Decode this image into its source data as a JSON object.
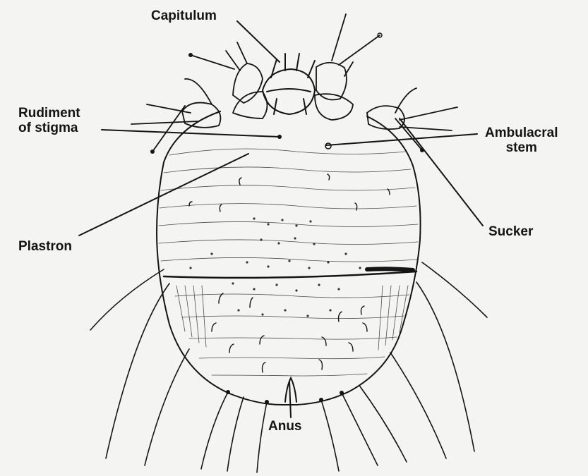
{
  "labels": {
    "capitulum": "Capitulum",
    "rudiment_line1": "Rudiment",
    "rudiment_line2": "of stigma",
    "ambulacral_line1": "Ambulacral",
    "ambulacral_line2": "stem",
    "plastron": "Plastron",
    "sucker": "Sucker",
    "anus": "Anus"
  },
  "colors": {
    "ink": "#141414",
    "paper": "#f4f4f2"
  }
}
